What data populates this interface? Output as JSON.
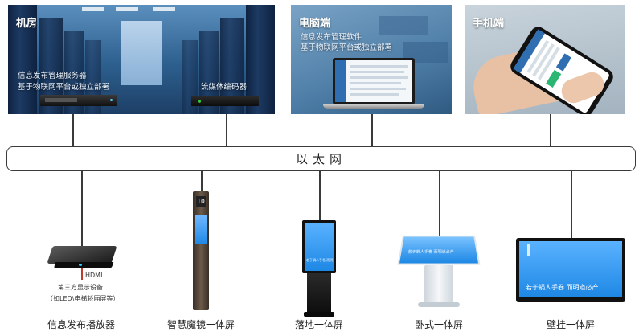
{
  "panels": {
    "server_room": {
      "title": "机房",
      "caption_server_1": "信息发布管理服务器",
      "caption_server_2": "基于物联网平台或独立部署",
      "caption_encoder": "流媒体编码器"
    },
    "pc": {
      "title": "电脑端",
      "caption_1": "信息发布管理软件",
      "caption_2": "基于物联网平台或独立部署"
    },
    "mobile": {
      "title": "手机端"
    }
  },
  "bus": {
    "label": "以太网"
  },
  "devices": {
    "player": {
      "label": "信息发布播放器",
      "port_label": "HDMI",
      "note_1": "第三方显示设备",
      "note_2": "（如LED\\电梯轿厢屏等）"
    },
    "smart_mirror": {
      "label": "智慧魔镜一体屏",
      "floor_number": "10"
    },
    "floor_standing": {
      "label": "落地一体屏",
      "screen_text": "若于蜗人手卷 而明道必产"
    },
    "kiosk": {
      "label": "卧式一体屏",
      "screen_text": "若于蜗人手卷 而明道必产"
    },
    "wall_mount": {
      "label": "壁挂一体屏",
      "screen_text": "若于蜗人手卷 而明道必产"
    }
  },
  "colors": {
    "line": "#3a3a3a",
    "screen_blue": "#1e88e5",
    "text": "#222222"
  }
}
